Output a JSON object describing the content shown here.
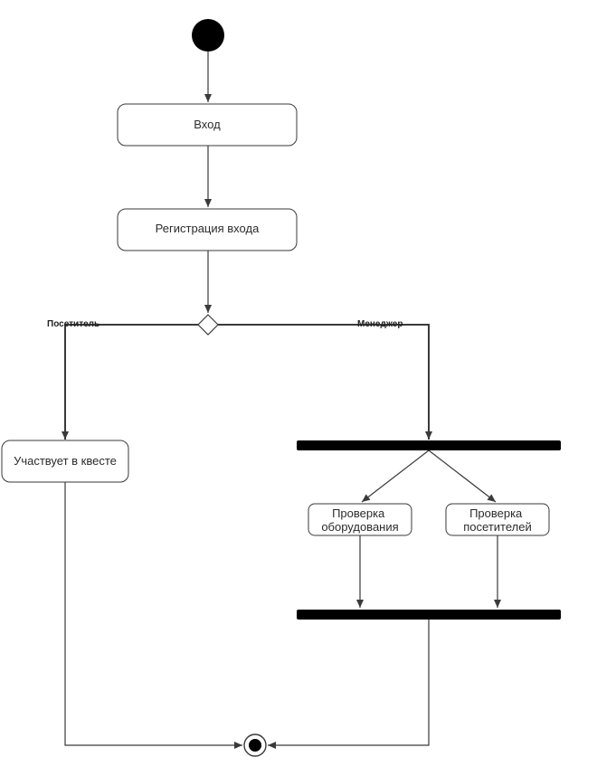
{
  "colors": {
    "line": "#3a3a3a",
    "text": "#2b2b2b",
    "fill": "#ffffff",
    "bar": "#000000"
  },
  "nodes": {
    "login": "Вход",
    "login_registration": "Регистрация входа",
    "participates_quest": "Участвует в квесте",
    "check_equipment_line1": "Проверка",
    "check_equipment_line2": "оборудования",
    "check_visitors_line1": "Проверка",
    "check_visitors_line2": "посетителей"
  },
  "edges": {
    "visitor": "Посетитель",
    "manager": "Менеджер"
  }
}
